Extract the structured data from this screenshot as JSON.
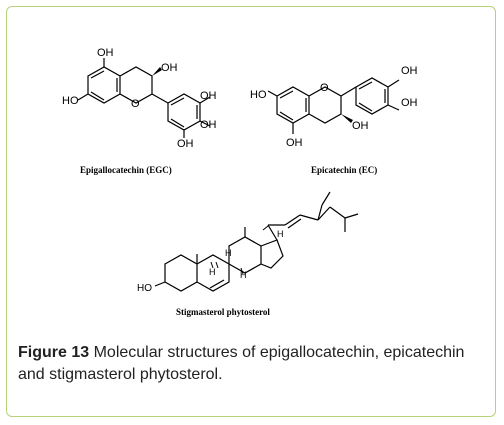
{
  "molecules": {
    "egc": {
      "label": "Epigallocatechin (EGC)",
      "atoms": {
        "oh_top": "OH",
        "oh_c3": "OH",
        "ho_left": "HO",
        "oh_r1": "OH",
        "oh_r2": "OH",
        "oh_r3": "OH",
        "o_ring": "O"
      }
    },
    "ec": {
      "label": "Epicatechin (EC)",
      "atoms": {
        "oh_t1": "OH",
        "oh_t2": "OH",
        "ho_left": "HO",
        "oh_bottom": "OH",
        "oh_c3": "OH",
        "o_ring": "O"
      }
    },
    "stig": {
      "label": "Stigmasterol phytosterol",
      "atoms": {
        "ho": "HO",
        "h1": "H",
        "h2": "H",
        "h3": "H",
        "h4": "H"
      }
    }
  },
  "caption": {
    "number": "Figure 13",
    "text": " Molecular structures of epigallocatechin, epicatechin and stigmasterol phytosterol."
  }
}
